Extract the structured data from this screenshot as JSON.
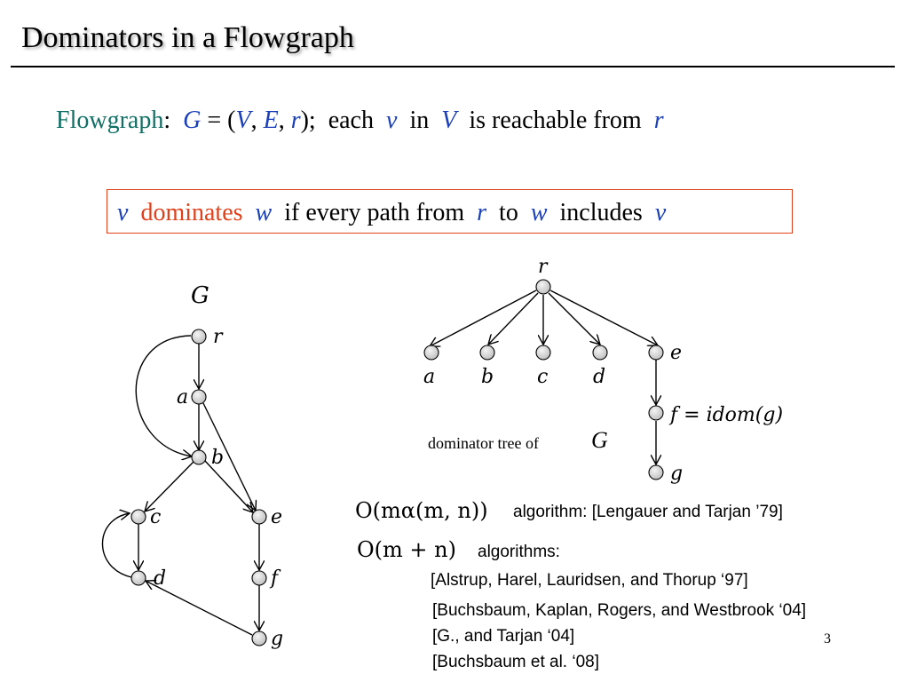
{
  "title": "Dominators in a Flowgraph",
  "definition": {
    "term": "Flowgraph",
    "colon": ":",
    "G": "G",
    "eq": " = (",
    "V": "V",
    "comma1": ", ",
    "E": "E",
    "comma2": ", ",
    "r": "r",
    "close": ");",
    "each": "each",
    "v": "v",
    "in": "in",
    "V2": "V",
    "reach": "is reachable from",
    "r2": "r"
  },
  "dominates_box": {
    "v": "v",
    "dominates": "dominates",
    "w": "w",
    "text1": "if every path from",
    "r": "r",
    "to": "to",
    "w2": "w",
    "includes": "includes",
    "v2": "v"
  },
  "graph_G": {
    "label": "G",
    "nodes": [
      "r",
      "a",
      "b",
      "c",
      "d",
      "e",
      "f",
      "g"
    ]
  },
  "dominator_tree": {
    "root": "r",
    "leaves": [
      "a",
      "b",
      "c",
      "d"
    ],
    "e": "e",
    "f_label": "f = idom(g)",
    "g": "g",
    "caption": "dominator tree of",
    "caption_G": "G"
  },
  "algorithms": {
    "bound1": "O(mα(m, n))",
    "bound1_text": "algorithm:  [Lengauer and Tarjan ’79]",
    "bound2": "O(m + n)",
    "bound2_text": "algorithms:",
    "refs": [
      "[Alstrup, Harel, Lauridsen, and Thorup ‘97]",
      "[Buchsbaum, Kaplan, Rogers, and Westbrook ‘04]",
      "[G., and Tarjan ‘04]",
      "[Buchsbaum et al. ‘08]"
    ]
  },
  "page_number": "3"
}
